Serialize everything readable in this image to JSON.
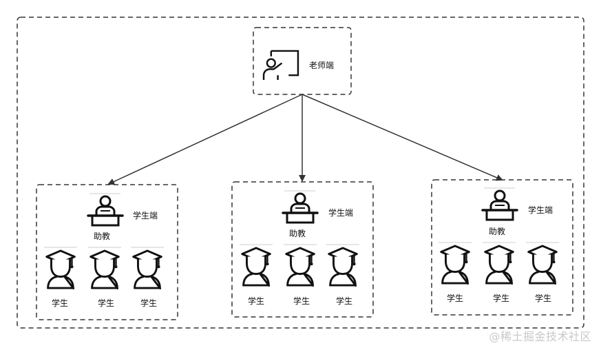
{
  "teacher": {
    "label": "老师端"
  },
  "groups": [
    {
      "group_label": "学生端",
      "assistant_label": "助教",
      "students": [
        "学生",
        "学生",
        "学生"
      ]
    },
    {
      "group_label": "学生端",
      "assistant_label": "助教",
      "students": [
        "学生",
        "学生",
        "学生"
      ]
    },
    {
      "group_label": "学生端",
      "assistant_label": "助教",
      "students": [
        "学生",
        "学生",
        "学生"
      ]
    }
  ],
  "watermark": "@稀土掘金技术社区",
  "icons": {
    "teacher": "teacher-at-board-icon",
    "assistant": "desk-person-icon",
    "student": "graduation-cap-student-icon"
  },
  "colors": {
    "stroke": "#333333",
    "text": "#111111",
    "watermark": "#c8c8c8"
  }
}
